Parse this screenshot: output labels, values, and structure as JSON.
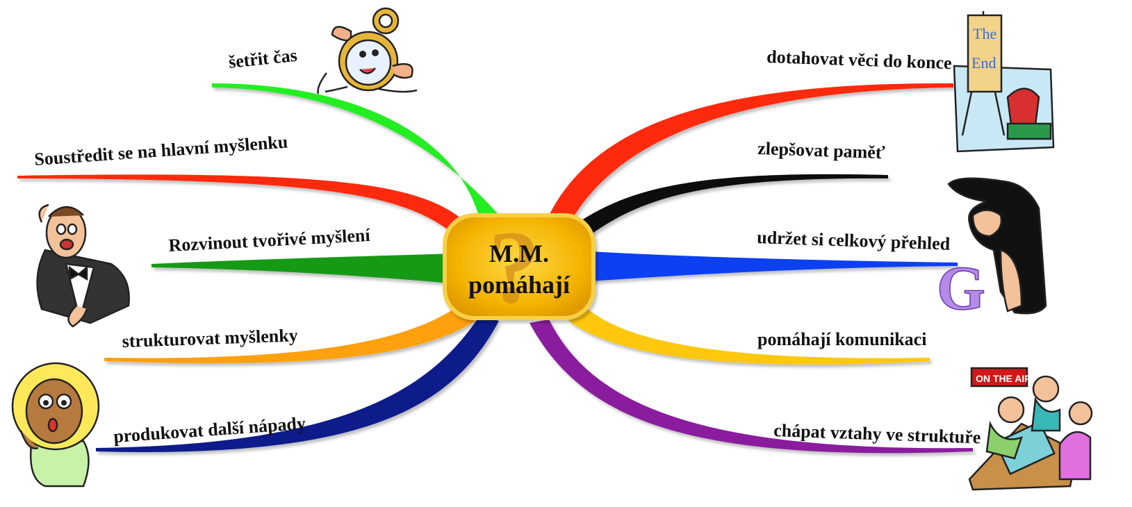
{
  "center": {
    "line1": "M.M.",
    "line2": "pomáhají"
  },
  "branches": {
    "left": [
      {
        "label": "šetřit čas",
        "color": "#22ee22"
      },
      {
        "label": "Soustředit se na hlavní myšlenku",
        "color": "#ff2a10"
      },
      {
        "label": "Rozvinout tvořivé myšlení",
        "color": "#129a12"
      },
      {
        "label": "strukturovat myšlenky",
        "color": "#ffa010"
      },
      {
        "label": "produkovat další nápady",
        "color": "#0a1a8a"
      }
    ],
    "right": [
      {
        "label": "dotahovat věci do konce",
        "color": "#ff2a10"
      },
      {
        "label": "zlepšovat paměť",
        "color": "#111111"
      },
      {
        "label": "udržet si celkový přehled",
        "color": "#1040f0"
      },
      {
        "label": "pomáhají komunikaci",
        "color": "#ffc810"
      },
      {
        "label": "chápat vztahy ve struktuře",
        "color": "#8a1e9e"
      }
    ]
  },
  "illustrations": {
    "sign_text_1": "The",
    "sign_text_2": "End",
    "letter_glyph": "G",
    "on_air_sign": "ON THE AIR"
  }
}
